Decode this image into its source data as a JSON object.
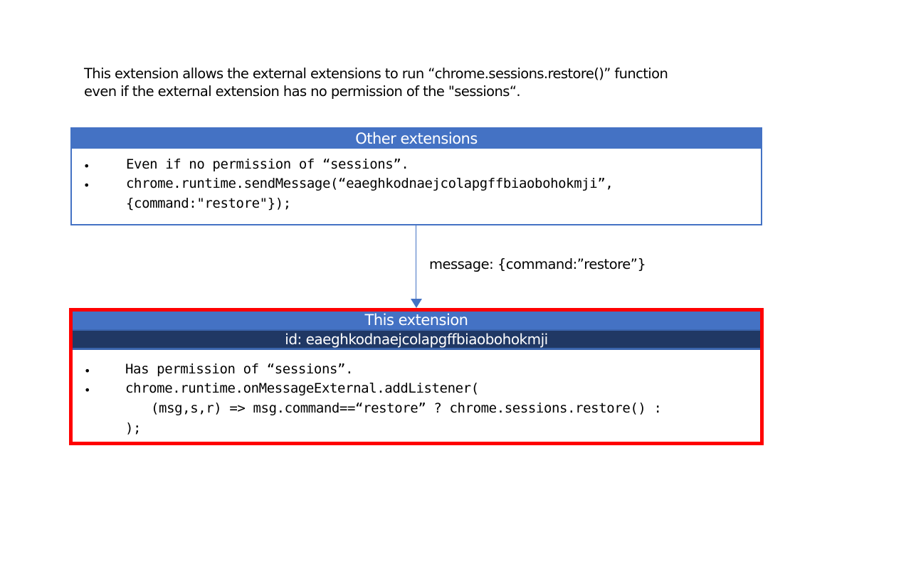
{
  "intro": {
    "line1": "This extension allows the external extensions to run “chrome.sessions.restore()” function",
    "line2": "even if the external extension has no permission of the \"sessions“."
  },
  "other_extensions": {
    "title": "Other extensions",
    "bullet_glyph": "•",
    "items": [
      "Even if no permission of “sessions”.",
      "chrome.runtime.sendMessage(“eaeghkodnaejcolapgffbiaobohokmji”,"
    ],
    "continuation": "{command:\"restore\"});"
  },
  "arrow": {
    "label": "message: {command:”restore”}",
    "color": "#4472c4"
  },
  "this_extension": {
    "title": "This extension",
    "id_label": "id: eaeghkodnaejcolapgffbiaobohokmji",
    "bullet_glyph": "•",
    "items": [
      "Has permission of “sessions”.",
      "chrome.runtime.onMessageExternal.addListener("
    ],
    "continuation1": "(msg,s,r) => msg.command==“restore” ? chrome.sessions.restore() :",
    "continuation2": ");",
    "highlight_color": "#ff0000"
  },
  "colors": {
    "header_blue": "#4472c4",
    "header_navy": "#203864",
    "highlight_red": "#ff0000"
  }
}
